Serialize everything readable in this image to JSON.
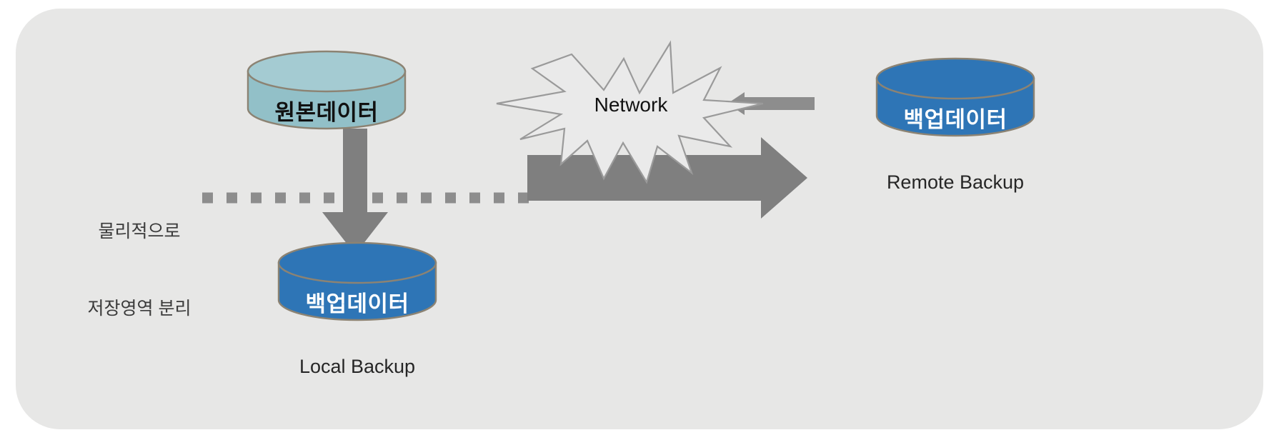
{
  "diagram": {
    "title": "Backup architecture diagram",
    "background_color": "#ffffff",
    "panel_color": "#e7e7e6",
    "arrow_color": "#7f7f7f",
    "source_cylinder_color": "#92c0c8",
    "backup_cylinder_color": "#2e75b6",
    "cylinder_outline_color": "#8c8373"
  },
  "nodes": {
    "source": {
      "label": "원본데이터",
      "kind": "cylinder",
      "fill": "#92c0c8",
      "text_color": "#111111"
    },
    "local_backup": {
      "label": "백업데이터",
      "caption": "Local Backup",
      "kind": "cylinder",
      "fill": "#2e75b6",
      "text_color": "#ffffff"
    },
    "remote_backup": {
      "label": "백업데이터",
      "caption": "Remote Backup",
      "kind": "cylinder",
      "fill": "#2e75b6",
      "text_color": "#ffffff"
    },
    "network": {
      "label": "Network",
      "kind": "explosion-burst",
      "text_color": "#111111"
    }
  },
  "annotations": {
    "separation_note_line1": "물리적으로",
    "separation_note_line2": "저장영역 분리"
  },
  "connectors": {
    "source_to_local": "down-arrow",
    "source_to_remote": "right-arrow",
    "network_in": "right-arrow-small",
    "network_out": "left-arrow-small",
    "separation_line": "dotted-horizontal"
  }
}
